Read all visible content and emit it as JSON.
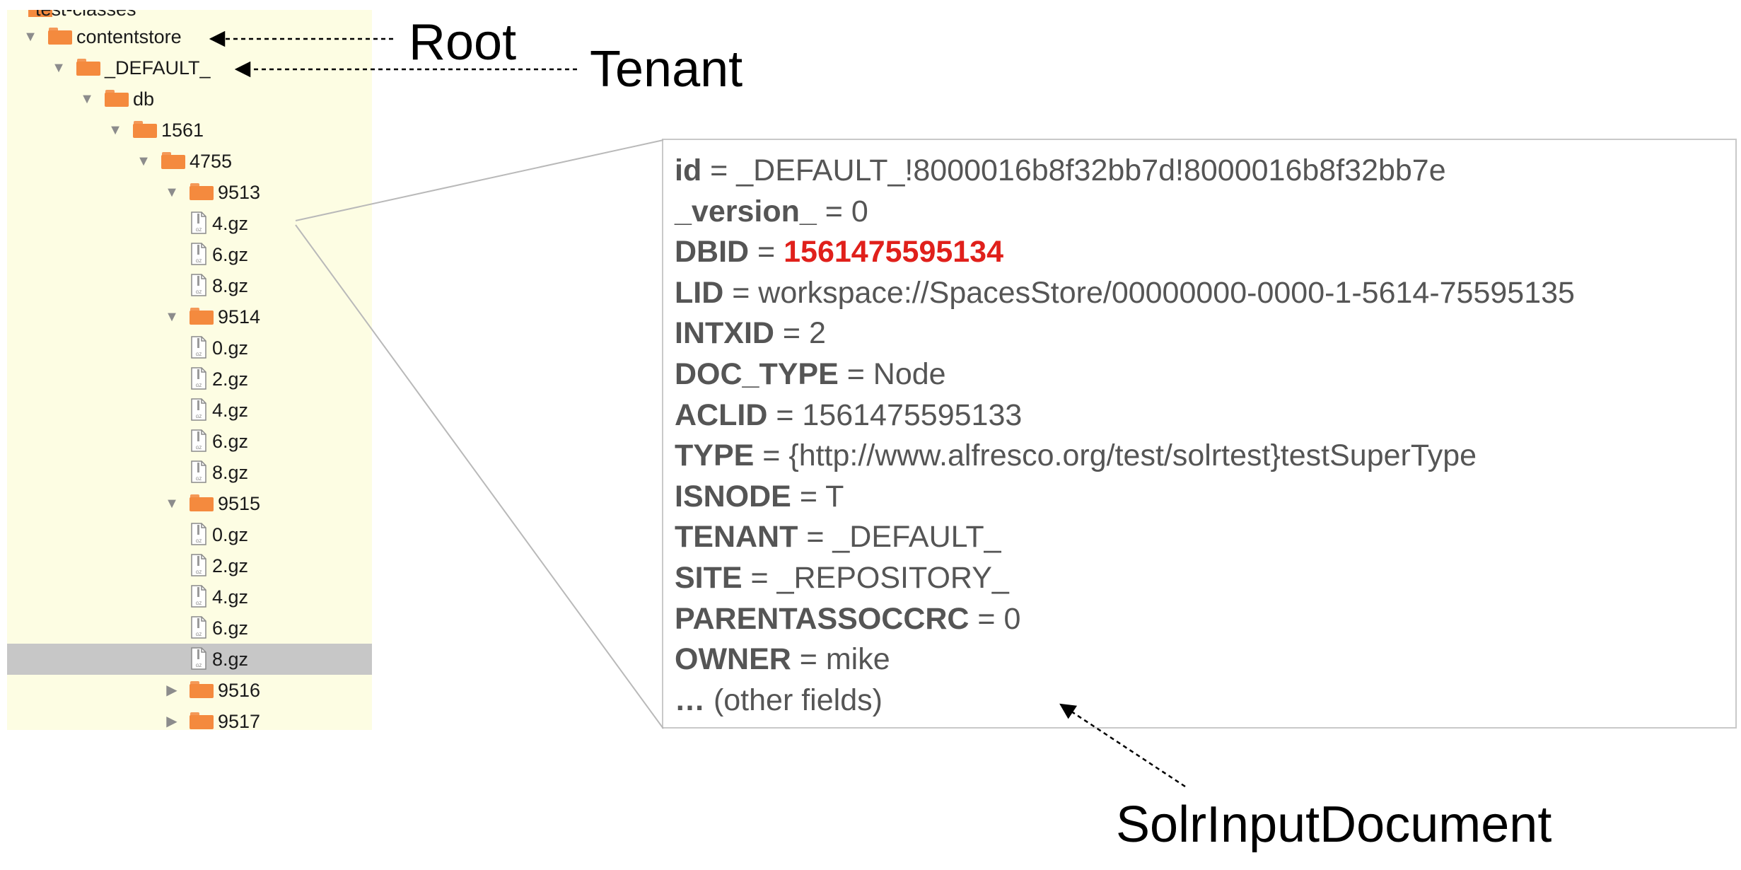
{
  "tree": {
    "rows": [
      {
        "label": "contentstore",
        "kind": "folder",
        "expanded": true
      },
      {
        "label": "_DEFAULT_",
        "kind": "folder",
        "expanded": true
      },
      {
        "label": "db",
        "kind": "folder",
        "expanded": true
      },
      {
        "label": "1561",
        "kind": "folder",
        "expanded": true
      },
      {
        "label": "4755",
        "kind": "folder",
        "expanded": true
      },
      {
        "label": "9513",
        "kind": "folder",
        "expanded": true
      },
      {
        "label": "4.gz",
        "kind": "file"
      },
      {
        "label": "6.gz",
        "kind": "file"
      },
      {
        "label": "8.gz",
        "kind": "file"
      },
      {
        "label": "9514",
        "kind": "folder",
        "expanded": true
      },
      {
        "label": "0.gz",
        "kind": "file"
      },
      {
        "label": "2.gz",
        "kind": "file"
      },
      {
        "label": "4.gz",
        "kind": "file"
      },
      {
        "label": "6.gz",
        "kind": "file"
      },
      {
        "label": "8.gz",
        "kind": "file"
      },
      {
        "label": "9515",
        "kind": "folder",
        "expanded": true
      },
      {
        "label": "0.gz",
        "kind": "file"
      },
      {
        "label": "2.gz",
        "kind": "file"
      },
      {
        "label": "4.gz",
        "kind": "file"
      },
      {
        "label": "6.gz",
        "kind": "file"
      },
      {
        "label": "8.gz",
        "kind": "file",
        "selected": true
      },
      {
        "label": "9516",
        "kind": "folder",
        "expanded": false
      },
      {
        "label": "9517",
        "kind": "folder",
        "expanded": false
      }
    ],
    "cut_label": "test-classes",
    "expanded_glyph": "▼",
    "collapsed_glyph": "▶",
    "folder_color": "#f48a3e",
    "selection_color": "#c7c7c7",
    "panel_color": "#fdfde3"
  },
  "annotations": {
    "root": "Root",
    "tenant": "Tenant",
    "doc": "SolrInputDocument"
  },
  "document": {
    "fields": [
      {
        "key": "id",
        "value": "_DEFAULT_!8000016b8f32bb7d!8000016b8f32bb7e"
      },
      {
        "key": "_version_",
        "value": "0"
      },
      {
        "key": "DBID",
        "value": "1561475595134",
        "highlight": true
      },
      {
        "key": "LID",
        "value": "workspace://SpacesStore/00000000-0000-1-5614-75595135"
      },
      {
        "key": "INTXID",
        "value": "2"
      },
      {
        "key": "DOC_TYPE",
        "value": "Node"
      },
      {
        "key": "ACLID",
        "value": "1561475595133"
      },
      {
        "key": "TYPE",
        "value": "{http://www.alfresco.org/test/solrtest}testSuperType"
      },
      {
        "key": "ISNODE",
        "value": "T"
      },
      {
        "key": "TENANT",
        "value": "_DEFAULT_"
      },
      {
        "key": "SITE",
        "value": "_REPOSITORY_"
      },
      {
        "key": "PARENTASSOCCRC",
        "value": "0"
      },
      {
        "key": "OWNER",
        "value": "mike"
      }
    ],
    "more_prefix": "…",
    "more_text": "(other fields)",
    "separator": " = ",
    "highlight_color": "#e0201b"
  }
}
